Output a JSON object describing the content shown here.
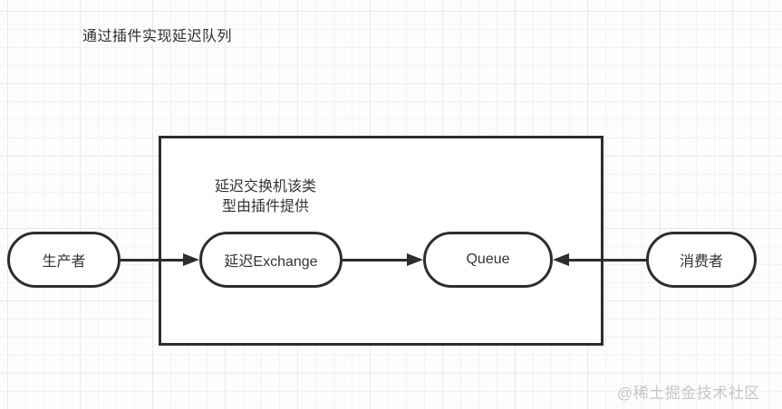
{
  "page": {
    "title": "通过插件实现延迟队列",
    "watermark": "@稀土掘金技术社区"
  },
  "diagram": {
    "type": "flow-diagram",
    "container": {
      "name": "broker-boundary-rectangle"
    },
    "annotation": {
      "line1": "延迟交换机该类",
      "line2": "型由插件提供"
    },
    "nodes": [
      {
        "id": "producer",
        "label": "生产者",
        "shape": "stadium"
      },
      {
        "id": "delay-exchange",
        "label": "延迟Exchange",
        "shape": "stadium"
      },
      {
        "id": "queue",
        "label": "Queue",
        "shape": "stadium"
      },
      {
        "id": "consumer",
        "label": "消费者",
        "shape": "stadium"
      }
    ],
    "edges": [
      {
        "from": "producer",
        "to": "delay-exchange",
        "direction": "right"
      },
      {
        "from": "delay-exchange",
        "to": "queue",
        "direction": "right"
      },
      {
        "from": "consumer",
        "to": "queue",
        "direction": "left"
      }
    ],
    "colors": {
      "stroke": "#2d2d2d",
      "text": "#333333",
      "node_fill": "#ffffff",
      "watermark": "#c6c6c6",
      "grid_minor": "#f4f2f2",
      "grid_major": "#eae7e7",
      "background": "#fdfdfd"
    }
  }
}
